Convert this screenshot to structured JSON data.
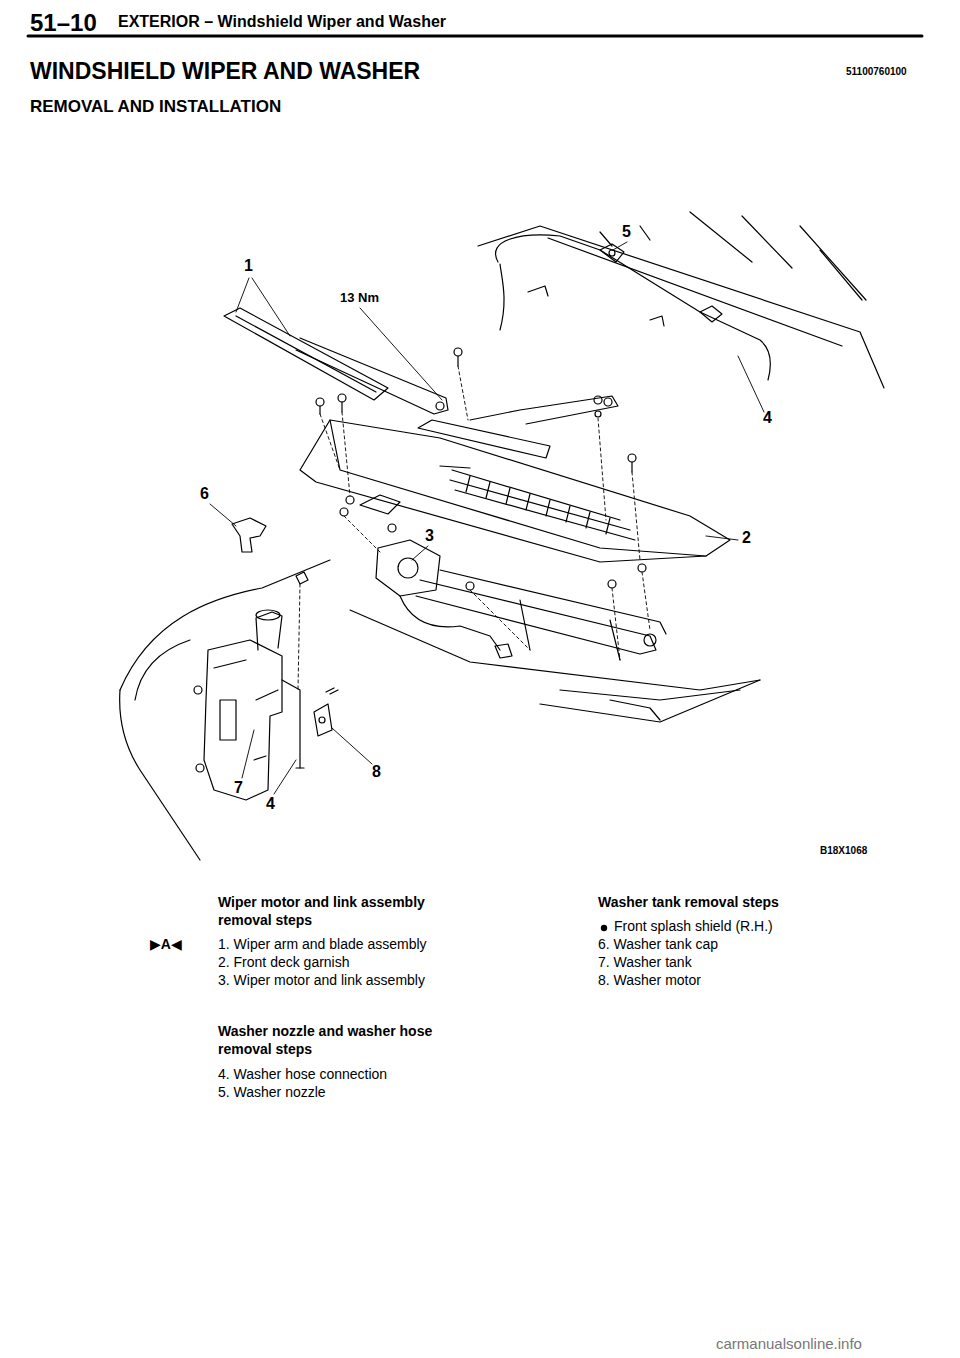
{
  "diagram": {
    "title": "WINDSHIELD WIPER AND WASHER",
    "labels": [
      "51–10",
      "EXTERIOR – Windshield Wiper and Washer",
      "REMOVAL AND INSTALLATION",
      "51100760100",
      "5",
      "1",
      "13 Nm",
      "4",
      "6",
      "3",
      "2",
      "7",
      "4",
      "8",
      "B18X1068",
      "Wiper motor and link assembly removal steps",
      "▶A◀",
      "1. Wiper arm and blade assembly",
      "2. Front deck garnish",
      "3. Wiper motor and link assembly",
      "Washer nozzle and washer hose removal steps",
      "4. Washer hose connection",
      "5. Washer nozzle",
      "Washer tank removal steps",
      "Front splash shield (R.H.)",
      "6. Washer tank cap",
      "7. Washer tank",
      "8. Washer motor",
      "carmanualsonline.info"
    ]
  }
}
